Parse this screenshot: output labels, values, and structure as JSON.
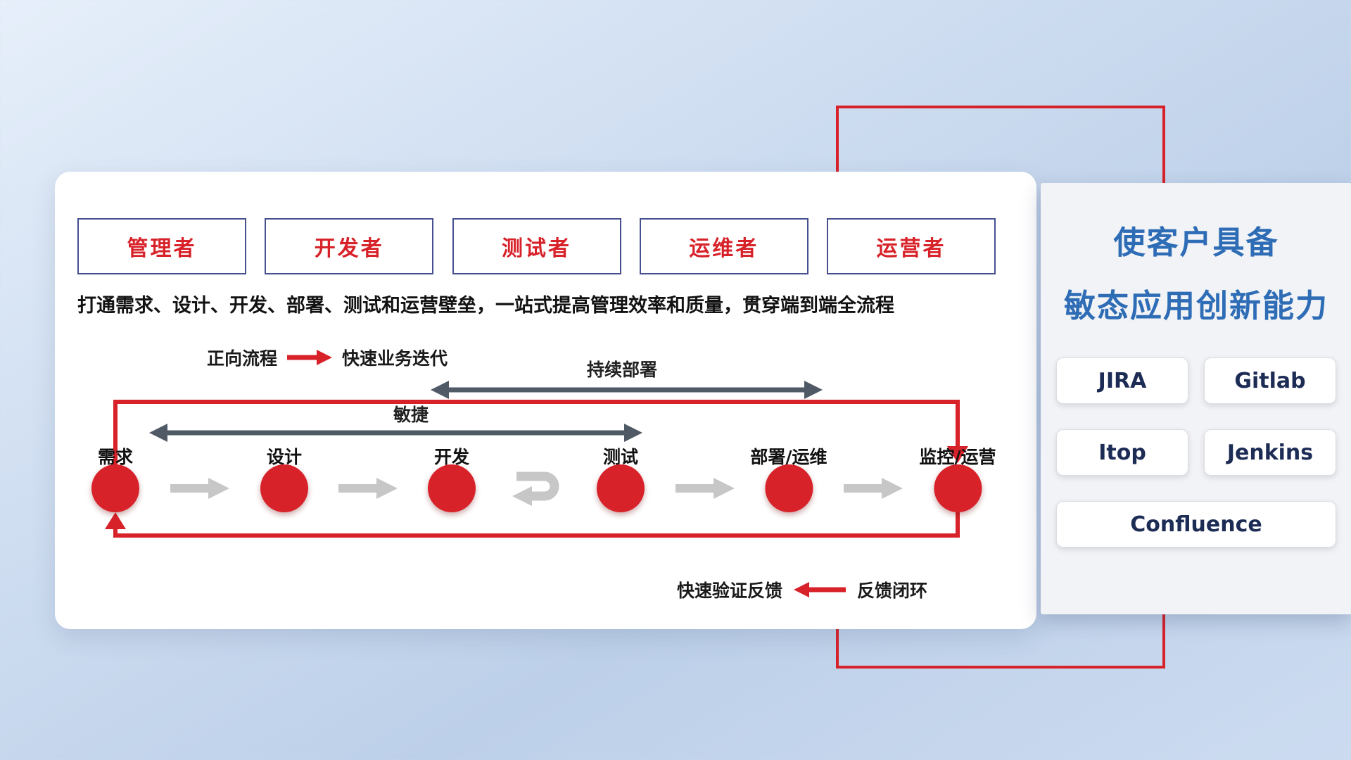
{
  "roles": [
    "管理者",
    "开发者",
    "测试者",
    "运维者",
    "运营者"
  ],
  "subtitle": "打通需求、设计、开发、部署、测试和运营壁垒，一站式提高管理效率和质量，贯穿端到端全流程",
  "legend_forward": {
    "label": "正向流程",
    "value": "快速业务迭代"
  },
  "flow_arrows": {
    "continuous_deploy": "持续部署",
    "agile": "敏捷"
  },
  "nodes": [
    "需求",
    "设计",
    "开发",
    "测试",
    "部署/运维",
    "监控/运营"
  ],
  "legend_feedback": {
    "label": "快速验证反馈",
    "value": "反馈闭环"
  },
  "right_panel": {
    "title_line1": "使客户具备",
    "title_line2": "敏态应用创新能力",
    "tools": [
      "JIRA",
      "Gitlab",
      "Itop",
      "Jenkins",
      "Confluence"
    ]
  },
  "colors": {
    "accent_red": "#d8222a",
    "title_blue": "#2e6db6",
    "tool_text_navy": "#1d2c55",
    "flow_arrow_gray": "#c7c7c7",
    "double_arrow_dark": "#4f5a66",
    "role_border_navy": "#46508e"
  }
}
